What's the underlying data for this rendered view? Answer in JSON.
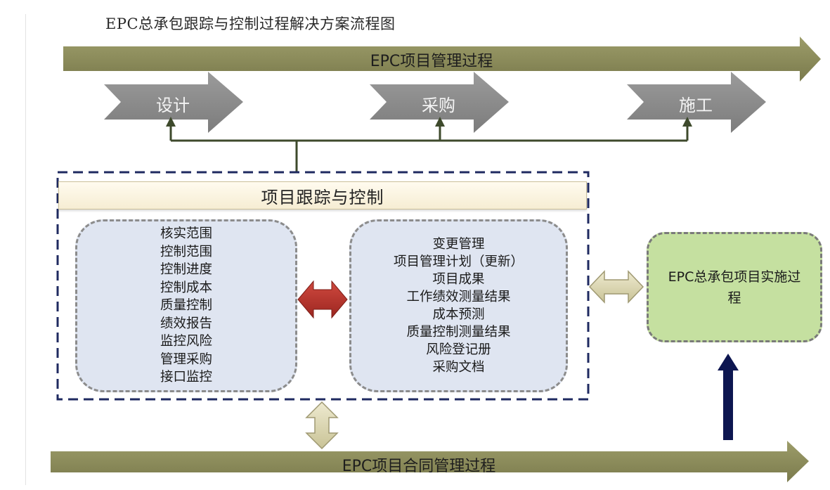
{
  "title": "EPC总承包跟踪与控制过程解决方案流程图",
  "top_band": {
    "label": "EPC项目管理过程"
  },
  "phases": [
    {
      "label": "设计"
    },
    {
      "label": "采购"
    },
    {
      "label": "施工"
    }
  ],
  "tracking": {
    "header": "项目跟踪与控制",
    "left_items": [
      "核实范围",
      "控制范围",
      "控制进度",
      "控制成本",
      "质量控制",
      "绩效报告",
      "监控风险",
      "管理采购",
      "接口监控"
    ],
    "right_items": [
      "变更管理",
      "项目管理计划（更新）",
      "项目成果",
      "工作绩效测量结果",
      "成本预测",
      "质量控制测量结果",
      "风险登记册",
      "采购文档"
    ]
  },
  "execution_box": {
    "label": "EPC总承包项目实施过程"
  },
  "bottom_band": {
    "label": "EPC项目合同管理过程"
  },
  "colors": {
    "band": "#8b8b5c",
    "phase_arrow": "#8a8a8a",
    "connector": "#3e4a2c",
    "double_arrow_red": "#b7332a",
    "double_arrow_beige": "#ddd8b0",
    "container_border": "#1f2a60",
    "up_arrow": "#0d1650",
    "panel_fill": "#dfe5f1",
    "exec_fill": "#c5e0a0"
  }
}
